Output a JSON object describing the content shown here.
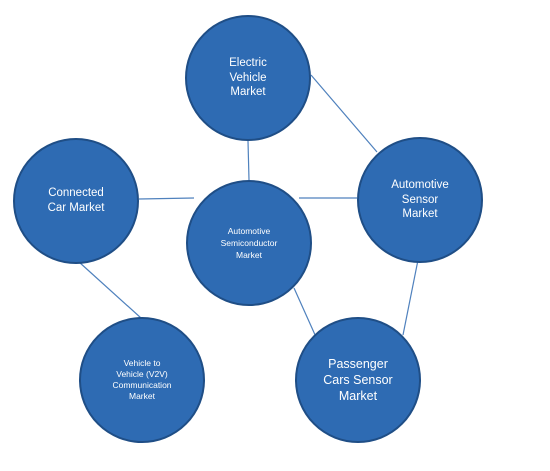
{
  "diagram": {
    "nodes": {
      "ev": {
        "label": "Electric\nVehicle\nMarket"
      },
      "ccm": {
        "label": "Connected\nCar Market"
      },
      "semi": {
        "label": "Automotive\nSemiconductor\nMarket"
      },
      "as": {
        "label": "Automotive\nSensor\nMarket"
      },
      "v2v": {
        "label": "Vehicle to\nVehicle (V2V)\nCommunication\nMarket"
      },
      "pcs": {
        "label": "Passenger\nCars Sensor\nMarket"
      }
    },
    "edges": [
      {
        "from": "ev",
        "to": "semi"
      },
      {
        "from": "ev",
        "to": "as"
      },
      {
        "from": "ccm",
        "to": "semi"
      },
      {
        "from": "semi",
        "to": "as"
      },
      {
        "from": "semi",
        "to": "pcs"
      },
      {
        "from": "ccm",
        "to": "v2v"
      },
      {
        "from": "as",
        "to": "pcs"
      }
    ],
    "colors": {
      "node_fill": "#2e6bb3",
      "node_border": "#1f4e86",
      "edge": "#4f81bd",
      "label": "#ffffff"
    }
  }
}
